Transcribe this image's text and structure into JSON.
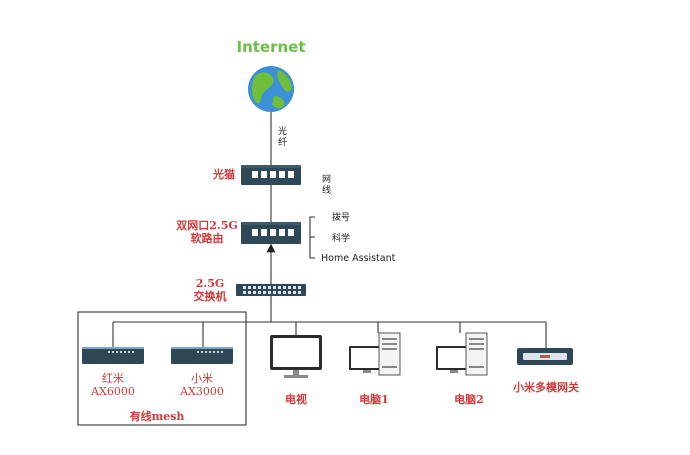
{
  "header": {
    "title": "Internet"
  },
  "links": {
    "fiber": [
      "光",
      "纤"
    ],
    "cable": [
      "网",
      "线"
    ]
  },
  "nodes": {
    "modem": "光猫",
    "soft_router": [
      "双网口2.5G",
      "软路由"
    ],
    "switch": [
      "2.5G",
      "交换机"
    ],
    "router_redmi": [
      "红米",
      "AX6000"
    ],
    "router_xiaomi": [
      "小米",
      "AX3000"
    ],
    "tv": "电视",
    "pc1": "电脑1",
    "pc2": "电脑2",
    "gateway": "小米多模网关"
  },
  "services": [
    "拨号",
    "科学",
    "Home Assistant"
  ],
  "group_label": "有线mesh",
  "colors": {
    "title": "#6cc04a",
    "label": "#d23a3a",
    "device": "#2f4858",
    "port": "#5aa0d6"
  }
}
